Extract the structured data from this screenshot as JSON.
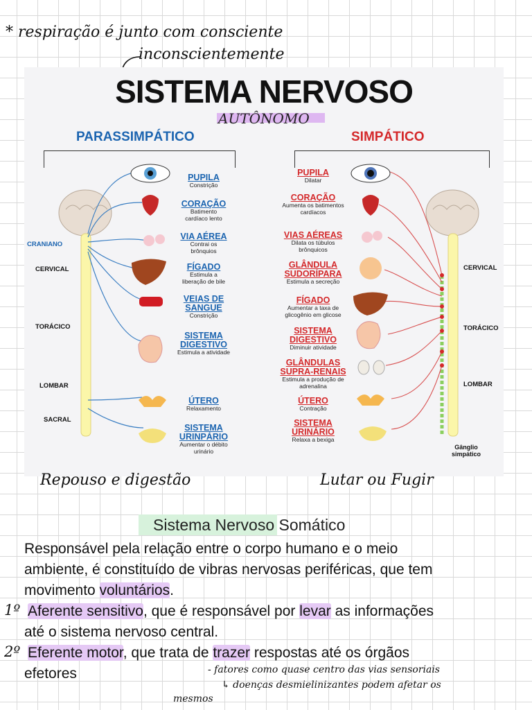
{
  "notes": {
    "top_line1": "* respiração é junto com consciente",
    "top_line2": "inconscientemente",
    "caption_left": "Repouso e digestão",
    "caption_right": "Lutar ou Fugir"
  },
  "infographic": {
    "title": "SISTEMA NERVOSO",
    "subtitle": "AUTÔNOMO",
    "parassimpatico": {
      "heading": "PARASSIMPÁTICO",
      "regions": [
        "CRANIANO",
        "CERVICAL",
        "TORÁCICO",
        "LOMBAR",
        "SACRAL"
      ],
      "items": [
        {
          "t": "PUPILA",
          "d": "Constrição"
        },
        {
          "t": "CORAÇÃO",
          "d": "Batimento cardíaco lento"
        },
        {
          "t": "VIA AÉREA",
          "d": "Contrai os brônquios"
        },
        {
          "t": "FÍGADO",
          "d": "Estimula a liberação de bile"
        },
        {
          "t": "VEIAS DE SANGUE",
          "d": "Constrição"
        },
        {
          "t": "SISTEMA DIGESTIVO",
          "d": "Estimula a atividade"
        },
        {
          "t": "ÚTERO",
          "d": "Relaxamento"
        },
        {
          "t": "SISTEMA URINPÁRIO",
          "d": "Aumentar o débito urinário"
        }
      ]
    },
    "simpatico": {
      "heading": "SIMPÁTICO",
      "regions": [
        "CERVICAL",
        "TORÁCICO",
        "LOMBAR"
      ],
      "ganglio": "Gânglio simpático",
      "items": [
        {
          "t": "PUPILA",
          "d": "Dilatar"
        },
        {
          "t": "CORAÇÃO",
          "d": "Aumenta os batimentos cardíacos"
        },
        {
          "t": "VIAS AÉREAS",
          "d": "Dilata os túbulos brônquicos"
        },
        {
          "t": "GLÂNDULA SUDORÍPARA",
          "d": "Estimula a secreção"
        },
        {
          "t": "FÍGADO",
          "d": "Aumentar a taxa de glicogênio em glicose"
        },
        {
          "t": "SISTEMA DIGESTIVO",
          "d": "Diminuir atividade"
        },
        {
          "t": "GLÂNDULAS SUPRA-RENAIS",
          "d": "Estimula a produção de adrenalina"
        },
        {
          "t": "ÚTERO",
          "d": "Contração"
        },
        {
          "t": "SISTEMA URINÁRIO",
          "d": "Relaxa a bexiga"
        }
      ]
    }
  },
  "somatico": {
    "title": "Sistema Nervoso Somático",
    "p1_a": "Responsável pela relação entre o corpo humano e o meio",
    "p1_b": "ambiente, é constituído de vibras nervosas periféricas, que tem",
    "p1_c_pre": "movimento ",
    "p1_c_hl": "voluntários",
    "p1_c_post": ".",
    "n1": "1º",
    "i1_hl": "Aferente sensitivo",
    "i1_mid": ", que é responsável por ",
    "i1_hl2": "levar",
    "i1_post": " as informações",
    "i1_b": "até o sistema nervoso central.",
    "n2": "2º",
    "i2_hl": "Eferente motor",
    "i2_mid": ", que trata de ",
    "i2_hl2": "trazer",
    "i2_post": " respostas até os órgãos",
    "i2_b": "efetores",
    "hand_1": "- fatores como quase centro das vias sensoriais",
    "hand_2": "↳ doenças desmielinizantes podem afetar os",
    "hand_3": "mesmos"
  }
}
